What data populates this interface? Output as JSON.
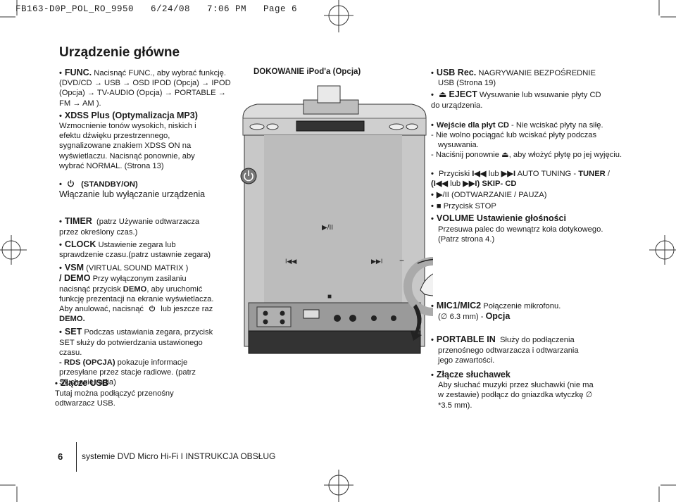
{
  "print_header": "FB163-D0P_POL_RO_9950   6/24/08   7:06 PM   Page 6",
  "title": "Urządzenie główne",
  "left": {
    "func_label": "FUNC.",
    "func_text": "Nacisnąć FUNC., aby wybrać funkcję.",
    "func_seq1": "(DVD/CD → USB → OSD IPOD (Opcja) → IPOD",
    "func_seq2": "(Opcja) → TV-AUDIO (Opcja) → PORTABLE →",
    "func_seq3": "FM → AM ).",
    "xdss_label": "XDSS Plus (Optymalizacja MP3)",
    "xdss_l1": "Wzmocnienie tonów wysokich, niskich i",
    "xdss_l2": "efektu dźwięku przestrzennego,",
    "xdss_l3": "sygnalizowane znakiem XDSS ON na",
    "xdss_l4": "wyświetlaczu. Nacisnąć ponownie, aby",
    "xdss_l5": "wybrać NORMAL. (Strona 13)",
    "standby_label": "(STANDBY/ON)",
    "standby_text": "Włączanie lub wyłączanie urządzenia",
    "timer_label": "TIMER",
    "timer_l1": "(patrz Używanie odtwarzacza",
    "timer_l2": "przez określony czas.)",
    "clock_label": "CLOCK",
    "clock_l1": "Ustawienie zegara lub",
    "clock_l2": "sprawdzenie czasu.(patrz ustawnie zegara)",
    "vsm_label": "VSM",
    "vsm_text": "(VIRTUAL SOUND MATRIX )",
    "demo_label": "/ DEMO",
    "demo_l1": "Przy wyłączonym zasilaniu",
    "demo_l2a": "nacisnąć przycisk",
    "demo_word": "DEMO",
    "demo_l2b": ", aby uruchomić",
    "demo_l3": "funkcję prezentacji na ekranie wyświetlacza.",
    "demo_l4a": "Aby anulować, nacisnąć",
    "demo_l4b": "lub jeszcze raz",
    "demo_l5": "DEMO.",
    "set_label": "SET",
    "set_l1": "Podczas ustawiania zegara, przycisk",
    "set_l2": "SET służy do potwierdzania ustawionego",
    "set_l3": "czasu.",
    "rds_label": "- RDS (OPCJA)",
    "rds_l1": "pokazuje informacje",
    "rds_l2": "przesyłane przez stacje radiowe. (patrz",
    "rds_l3": "Słuchanie radia)",
    "usb_label": "Złącze USB",
    "usb_l1": "Tutaj można podłączyć przenośny",
    "usb_l2": "odtwarzacz USB."
  },
  "center": {
    "ipod_label": "DOKOWANIE iPod'a (Opcja)"
  },
  "right": {
    "usbrec_label": "USB Rec.",
    "usbrec_l1": "NAGRYWANIE BEZPOŚREDNIE",
    "usbrec_l2": "USB (Strona 19)",
    "eject_label": "EJECT",
    "eject_l1": "Wysuwanie lub wsuwanie płyty CD",
    "eject_l2": "do urządzenia.",
    "wejscie_label": "Wejście dla płyt CD",
    "wejscie_text": "- Nie wciskać płyty na siłę.",
    "nie_l1": "- Nie wolno pociągać lub wciskać płyty podczas",
    "nie_l2": "wysuwania.",
    "nacisnij_a": "- Naciśnij ponownie",
    "nacisnij_b": ", aby włożyć płytę po jej wyjęciu.",
    "przyciski_a": "Przyciski",
    "przyciski_lub": "lub",
    "przyciski_b": "AUTO TUNING -",
    "tuner": "TUNER",
    "skip_lub": "lub",
    "skip": ") SKIP- CD",
    "play_text": "/II (ODTWARZANIE / PAUZA)",
    "stop_text": "Przycisk STOP",
    "volume_label": "VOLUME Ustawienie głośności",
    "volume_l1": "Przesuwa palec do wewnątrz koła dotykowego.",
    "volume_l2": "(Patrz strona 4.)",
    "mic_label": "MIC1/MIC2",
    "mic_text": "Połączenie mikrofonu.",
    "mic_size": "6.3 mm) -",
    "opcja": "Opcja",
    "portable_label": "PORTABLE IN",
    "portable_text": "Służy do podłączenia",
    "portable_l2": "przenośnego odtwarzacza i odtwarzania",
    "portable_l3": "jego zawartości.",
    "sluch_label": "Złącze słuchawek",
    "sluch_l1": "Aby słuchać muzyki przez słuchawki (nie ma",
    "sluch_l2": "w zestawie) podłącz do gniazdka wtyczkę",
    "sluch_l3": "*3.5 mm)."
  },
  "device": {
    "play_pause": "▶/II",
    "prev": "I◀◀",
    "next": "▶▶I",
    "stop": "■",
    "minus": "−",
    "plus": "+"
  },
  "footer": {
    "page_number": "6",
    "text": "systemie DVD Micro Hi-Fi I INSTRUKCJA OBSŁUG"
  }
}
